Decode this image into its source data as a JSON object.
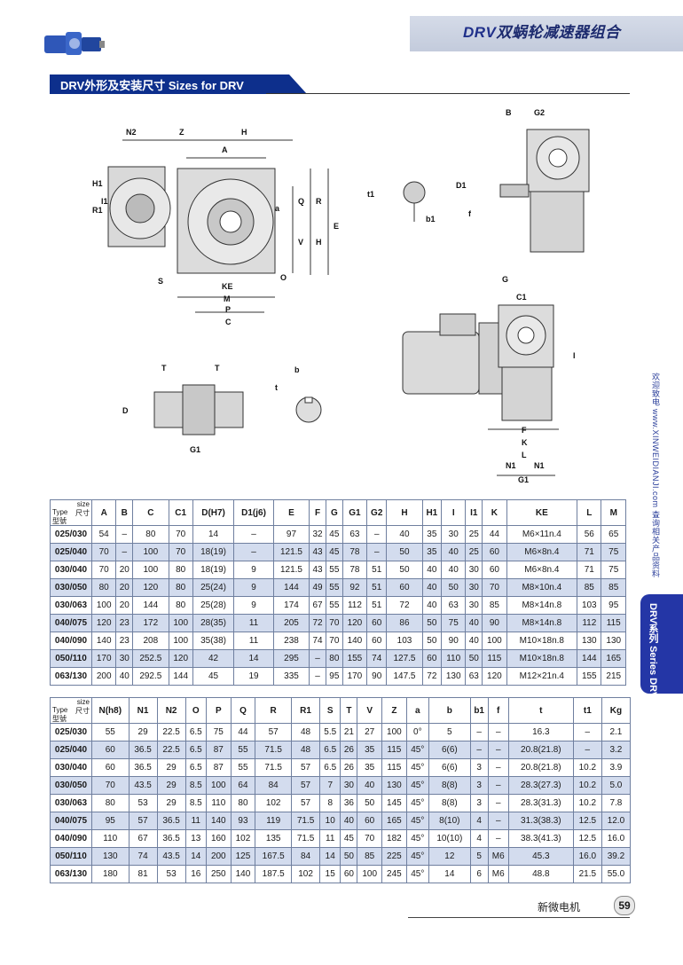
{
  "header": {
    "title_latin": "DRV",
    "title_cn": "双蜗轮减速器组合"
  },
  "section": {
    "title": "DRV外形及安装尺寸 Sizes for DRV"
  },
  "drawing_labels": {
    "view1": [
      "N2",
      "Z",
      "H",
      "A",
      "H1",
      "R1",
      "I1",
      "a",
      "Q",
      "R",
      "V",
      "H",
      "E",
      "S",
      "O",
      "KE",
      "M",
      "P",
      "C"
    ],
    "key": [
      "t1",
      "b1"
    ],
    "side": [
      "B",
      "G2",
      "D1",
      "f"
    ],
    "motor": [
      "G",
      "C1",
      "I",
      "F",
      "K",
      "L",
      "N1",
      "N1",
      "G1"
    ],
    "shaft": [
      "T",
      "T",
      "D",
      "G1",
      "b",
      "t"
    ]
  },
  "side": {
    "vertical_text": "欢迎致电 www.XINWEIDIANJI.com 查询相关产品资料",
    "tab_cn": "DRV系列",
    "tab_en": "Series DRV"
  },
  "table1": {
    "corner": {
      "size": "size",
      "cn1": "尺寸",
      "type": "Type",
      "cn2": "型號"
    },
    "headers": [
      "A",
      "B",
      "C",
      "C1",
      "D(H7)",
      "D1(j6)",
      "E",
      "F",
      "G",
      "G1",
      "G2",
      "H",
      "H1",
      "I",
      "I1",
      "K",
      "KE",
      "L",
      "M"
    ],
    "rows": [
      [
        "025/030",
        "54",
        "–",
        "80",
        "70",
        "14",
        "–",
        "97",
        "32",
        "45",
        "63",
        "–",
        "40",
        "35",
        "30",
        "25",
        "44",
        "M6×11n.4",
        "56",
        "65"
      ],
      [
        "025/040",
        "70",
        "–",
        "100",
        "70",
        "18(19)",
        "–",
        "121.5",
        "43",
        "45",
        "78",
        "–",
        "50",
        "35",
        "40",
        "25",
        "60",
        "M6×8n.4",
        "71",
        "75"
      ],
      [
        "030/040",
        "70",
        "20",
        "100",
        "80",
        "18(19)",
        "9",
        "121.5",
        "43",
        "55",
        "78",
        "51",
        "50",
        "40",
        "40",
        "30",
        "60",
        "M6×8n.4",
        "71",
        "75"
      ],
      [
        "030/050",
        "80",
        "20",
        "120",
        "80",
        "25(24)",
        "9",
        "144",
        "49",
        "55",
        "92",
        "51",
        "60",
        "40",
        "50",
        "30",
        "70",
        "M8×10n.4",
        "85",
        "85"
      ],
      [
        "030/063",
        "100",
        "20",
        "144",
        "80",
        "25(28)",
        "9",
        "174",
        "67",
        "55",
        "112",
        "51",
        "72",
        "40",
        "63",
        "30",
        "85",
        "M8×14n.8",
        "103",
        "95"
      ],
      [
        "040/075",
        "120",
        "23",
        "172",
        "100",
        "28(35)",
        "11",
        "205",
        "72",
        "70",
        "120",
        "60",
        "86",
        "50",
        "75",
        "40",
        "90",
        "M8×14n.8",
        "112",
        "115"
      ],
      [
        "040/090",
        "140",
        "23",
        "208",
        "100",
        "35(38)",
        "11",
        "238",
        "74",
        "70",
        "140",
        "60",
        "103",
        "50",
        "90",
        "40",
        "100",
        "M10×18n.8",
        "130",
        "130"
      ],
      [
        "050/110",
        "170",
        "30",
        "252.5",
        "120",
        "42",
        "14",
        "295",
        "–",
        "80",
        "155",
        "74",
        "127.5",
        "60",
        "110",
        "50",
        "115",
        "M10×18n.8",
        "144",
        "165"
      ],
      [
        "063/130",
        "200",
        "40",
        "292.5",
        "144",
        "45",
        "19",
        "335",
        "–",
        "95",
        "170",
        "90",
        "147.5",
        "72",
        "130",
        "63",
        "120",
        "M12×21n.4",
        "155",
        "215"
      ]
    ]
  },
  "table2": {
    "corner": {
      "size": "size",
      "cn1": "尺寸",
      "type": "Type",
      "cn2": "型號"
    },
    "headers": [
      "N(h8)",
      "N1",
      "N2",
      "O",
      "P",
      "Q",
      "R",
      "R1",
      "S",
      "T",
      "V",
      "Z",
      "a",
      "b",
      "b1",
      "f",
      "t",
      "t1",
      "Kg"
    ],
    "rows": [
      [
        "025/030",
        "55",
        "29",
        "22.5",
        "6.5",
        "75",
        "44",
        "57",
        "48",
        "5.5",
        "21",
        "27",
        "100",
        "0°",
        "5",
        "–",
        "–",
        "16.3",
        "–",
        "2.1"
      ],
      [
        "025/040",
        "60",
        "36.5",
        "22.5",
        "6.5",
        "87",
        "55",
        "71.5",
        "48",
        "6.5",
        "26",
        "35",
        "115",
        "45°",
        "6(6)",
        "–",
        "–",
        "20.8(21.8)",
        "–",
        "3.2"
      ],
      [
        "030/040",
        "60",
        "36.5",
        "29",
        "6.5",
        "87",
        "55",
        "71.5",
        "57",
        "6.5",
        "26",
        "35",
        "115",
        "45°",
        "6(6)",
        "3",
        "–",
        "20.8(21.8)",
        "10.2",
        "3.9"
      ],
      [
        "030/050",
        "70",
        "43.5",
        "29",
        "8.5",
        "100",
        "64",
        "84",
        "57",
        "7",
        "30",
        "40",
        "130",
        "45°",
        "8(8)",
        "3",
        "–",
        "28.3(27.3)",
        "10.2",
        "5.0"
      ],
      [
        "030/063",
        "80",
        "53",
        "29",
        "8.5",
        "110",
        "80",
        "102",
        "57",
        "8",
        "36",
        "50",
        "145",
        "45°",
        "8(8)",
        "3",
        "–",
        "28.3(31.3)",
        "10.2",
        "7.8"
      ],
      [
        "040/075",
        "95",
        "57",
        "36.5",
        "11",
        "140",
        "93",
        "119",
        "71.5",
        "10",
        "40",
        "60",
        "165",
        "45°",
        "8(10)",
        "4",
        "–",
        "31.3(38.3)",
        "12.5",
        "12.0"
      ],
      [
        "040/090",
        "110",
        "67",
        "36.5",
        "13",
        "160",
        "102",
        "135",
        "71.5",
        "11",
        "45",
        "70",
        "182",
        "45°",
        "10(10)",
        "4",
        "–",
        "38.3(41.3)",
        "12.5",
        "16.0"
      ],
      [
        "050/110",
        "130",
        "74",
        "43.5",
        "14",
        "200",
        "125",
        "167.5",
        "84",
        "14",
        "50",
        "85",
        "225",
        "45°",
        "12",
        "5",
        "M6",
        "45.3",
        "16.0",
        "39.2"
      ],
      [
        "063/130",
        "180",
        "81",
        "53",
        "16",
        "250",
        "140",
        "187.5",
        "102",
        "15",
        "60",
        "100",
        "245",
        "45°",
        "14",
        "6",
        "M6",
        "48.8",
        "21.5",
        "55.0"
      ]
    ]
  },
  "footer": {
    "company": "新微电机",
    "page": "59"
  },
  "colors": {
    "header_band": "#c3cbdc",
    "section_bar": "#0d2f8c",
    "side_tab": "#2436a6",
    "row_alt": "#d3dcee"
  }
}
